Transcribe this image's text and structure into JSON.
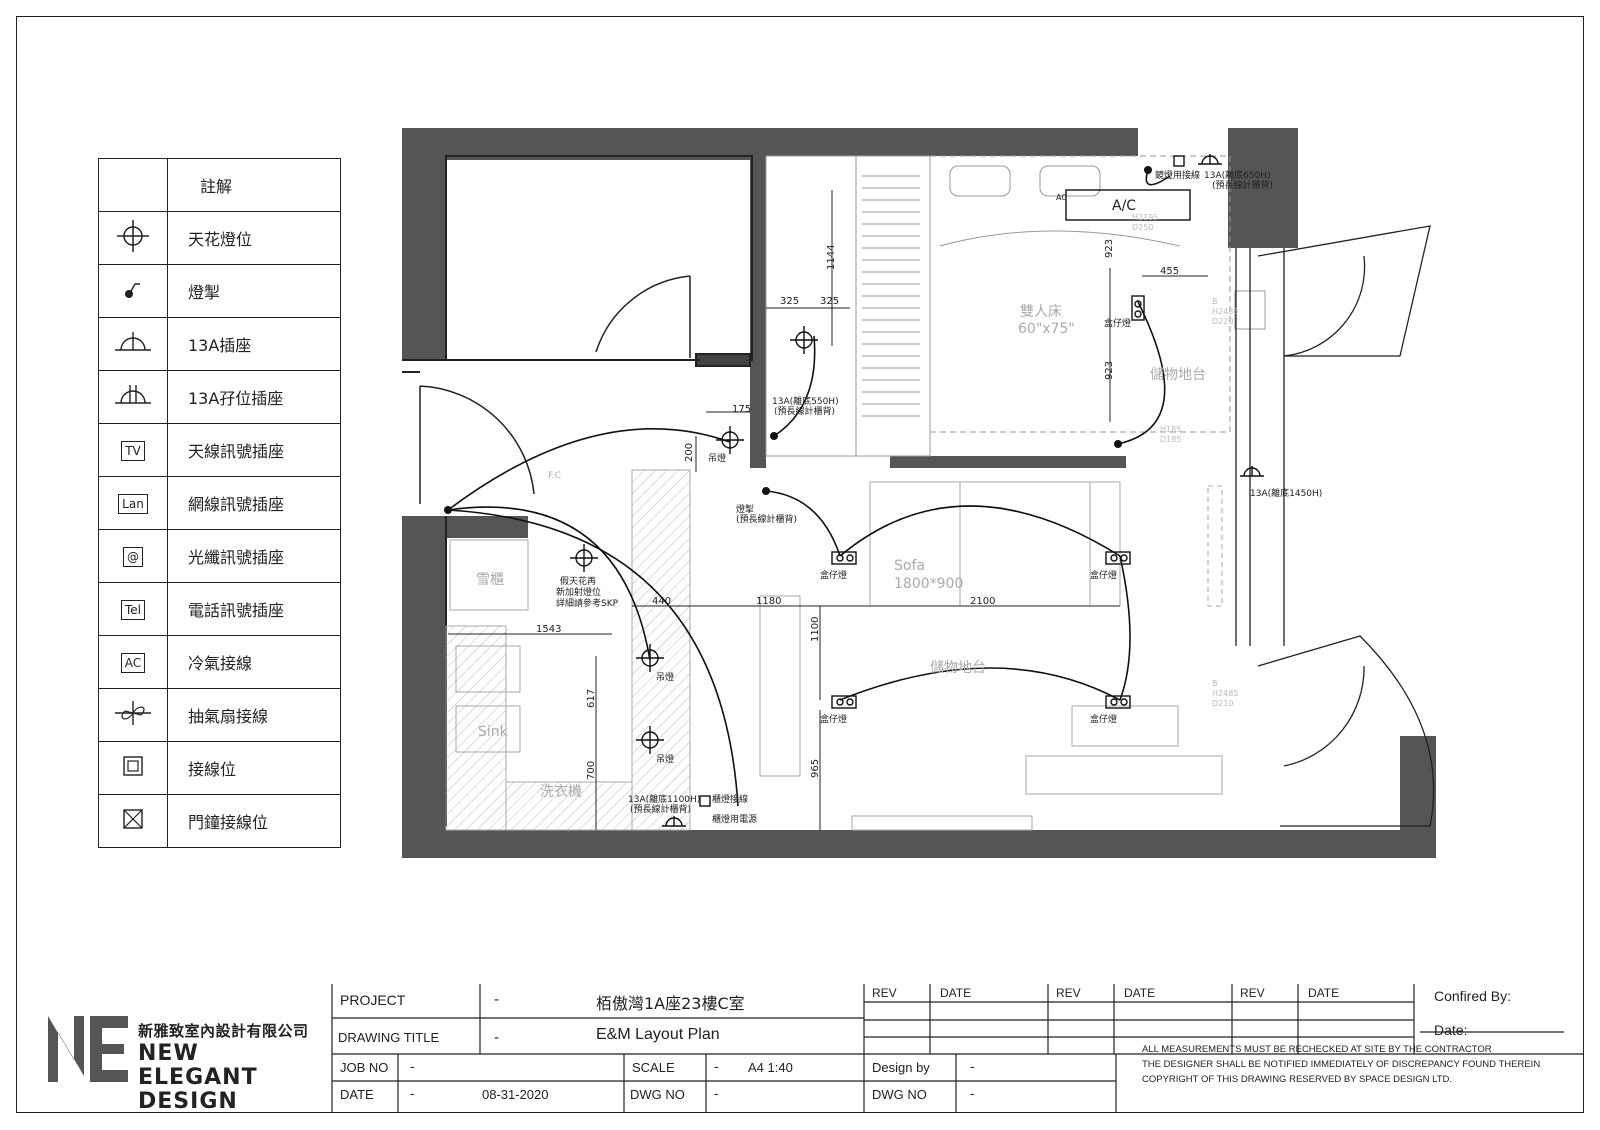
{
  "legend": {
    "header": "註解",
    "items": [
      {
        "icon": "ceiling-light-icon",
        "label": "天花燈位"
      },
      {
        "icon": "light-switch-icon",
        "label": "燈掣"
      },
      {
        "icon": "socket-13a-icon",
        "label": "13A插座"
      },
      {
        "icon": "socket-13a-spur-icon",
        "label": "13A孖位插座"
      },
      {
        "icon": "tv-socket-icon",
        "symbol": "TV",
        "label": "天線訊號插座"
      },
      {
        "icon": "lan-socket-icon",
        "symbol": "Lan",
        "label": "網線訊號插座"
      },
      {
        "icon": "fiber-socket-icon",
        "symbol": "@",
        "label": "光纖訊號插座"
      },
      {
        "icon": "tel-socket-icon",
        "symbol": "Tel",
        "label": "電話訊號插座"
      },
      {
        "icon": "ac-connection-icon",
        "symbol": "AC",
        "label": "冷氣接線"
      },
      {
        "icon": "exhaust-fan-icon",
        "label": "抽氣扇接線"
      },
      {
        "icon": "junction-box-icon",
        "label": "接線位"
      },
      {
        "icon": "doorbell-junction-icon",
        "label": "門鐘接線位"
      }
    ]
  },
  "plan": {
    "labels": {
      "ac": "A/C",
      "ac_tag": "AC",
      "mirror_light": "鏡燈用接線",
      "socket_650": "13A(離底650H)",
      "socket_650_note": "(預長線計櫃背)",
      "bed": "雙人床",
      "bed_size": "60\"x75\"",
      "storage_platform": "儲物地台",
      "downlight": "盒仔燈",
      "socket_550": "13A(離底550H)",
      "socket_550_note": "(預長線計櫃背)",
      "pendant": "吊燈",
      "switch": "燈掣",
      "switch_note": "(預長線計櫃背)",
      "fridge": "雪櫃",
      "fake_ceiling": "假天花再",
      "fake_ceiling_2": "新加射燈位",
      "fake_ceiling_3": "詳細請參考SKP",
      "sofa": "Sofa",
      "sofa_size": "1800*900",
      "storage_platform_2": "儲物地台",
      "sink": "Sink",
      "washer": "洗衣機",
      "socket_1100": "13A(離底1100H)",
      "socket_1100_note": "(預長線計櫃背)",
      "cabinet_light": "櫃燈接線",
      "cabinet_power": "櫃燈用電源",
      "socket_1450": "13A(離底1450H)",
      "fc": "F.C",
      "b_h2485_d220": [
        "B",
        "H2485",
        "D220"
      ],
      "h2195_d250": [
        "H2195",
        "D250"
      ],
      "h185_d185": [
        "H185",
        "D185"
      ],
      "b_h2485_d210": [
        "B",
        "H2485",
        "D210"
      ]
    },
    "dimensions": {
      "d1144": "1144",
      "d325a": "325",
      "d325b": "325",
      "d923a": "923",
      "d923b": "923",
      "d455": "455",
      "d175": "175",
      "d200": "200",
      "d440": "440",
      "d1180": "1180",
      "d2100": "2100",
      "d1543": "1543",
      "d1100": "1100",
      "d617": "617",
      "d700": "700",
      "d965": "965"
    }
  },
  "title_block": {
    "company": "新雅致室內設計有限公司",
    "brand_line1": "NEW ELEGANT",
    "brand_line2": "DESIGN",
    "project_label": "PROJECT",
    "project_dash": "-",
    "project_value": "栢傲灣1A座23樓C室",
    "drawing_title_label": "DRAWING TITLE",
    "drawing_title_dash": "-",
    "drawing_title_value": "E&M Layout Plan",
    "job_no_label": "JOB NO",
    "job_no_value": "-",
    "scale_label": "SCALE",
    "scale_dash": "-",
    "scale_value": "A4 1:40",
    "design_by_label": "Design by",
    "design_by_value": "-",
    "date_label": "DATE",
    "date_dash": "-",
    "date_value": "08-31-2020",
    "dwg_no_label": "DWG NO",
    "dwg_no_value": "-",
    "dwg_no_label_2": "DWG NO",
    "dwg_no_value_2": "-",
    "rev_label": "REV",
    "rev_date_label": "DATE",
    "confirmed_by": "Confired By:",
    "date_sign": "Date:",
    "notes": [
      "ALL MEASUREMENTS MUST BE RECHECKED AT SITE BY THE CONTRACTOR",
      "THE DESIGNER SHALL BE NOTIFIED IMMEDIATELY OF DISCREPANCY FOUND THEREIN",
      "COPYRIGHT OF THIS DRAWING RESERVED BY SPACE DESIGN LTD."
    ]
  }
}
